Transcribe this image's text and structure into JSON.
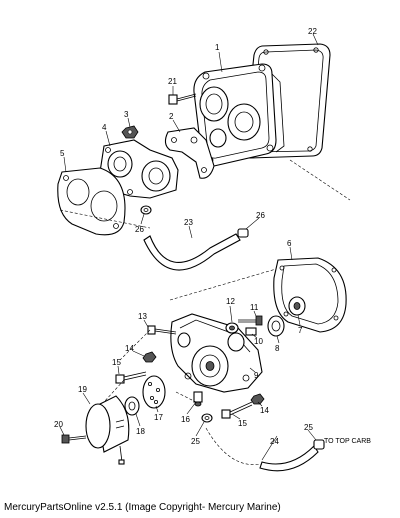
{
  "diagram": {
    "callouts": [
      "1",
      "2",
      "3",
      "4",
      "5",
      "6",
      "7",
      "8",
      "9",
      "10",
      "11",
      "12",
      "13",
      "14",
      "14",
      "15",
      "15",
      "16",
      "17",
      "18",
      "19",
      "20",
      "21",
      "22",
      "23",
      "24",
      "25",
      "25",
      "26",
      "26"
    ],
    "note": "TO TOP CARB"
  },
  "footer": {
    "caption": "MercuryPartsOnline v2.5.1 (Image Copyright- Mercury Marine)"
  }
}
